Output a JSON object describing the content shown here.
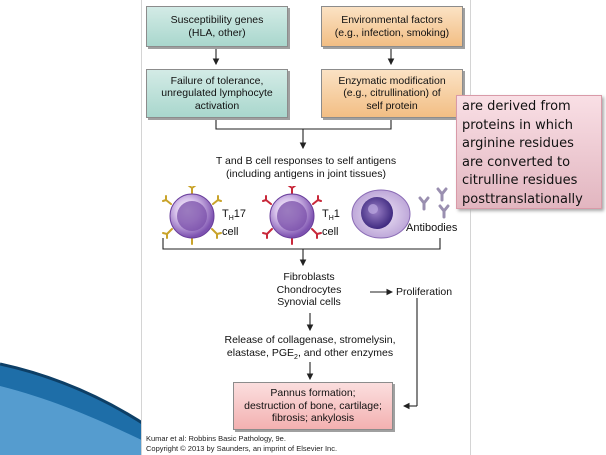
{
  "diagram": {
    "boxes": {
      "susceptibility": "Susceptibility genes\n(HLA, other)",
      "environmental": "Environmental factors\n(e.g., infection, smoking)",
      "failure": "Failure of tolerance,\nunregulated lymphocyte\nactivation",
      "enzymatic": "Enzymatic modification\n(e.g., citrullination) of\nself protein",
      "pannus": "Pannus formation;\ndestruction of bone, cartilage;\nfibrosis; ankylosis"
    },
    "tb_response": "T and B cell responses to self antigens\n(including antigens in joint tissues)",
    "cells": {
      "th17_main": "T",
      "th17_sub": "H",
      "th17_num": "17",
      "th17_word": "cell",
      "th1_main": "T",
      "th1_sub": "H",
      "th1_num": "1",
      "th1_word": "cell",
      "antibodies": "Antibodies"
    },
    "stromal": "Fibroblasts\nChondrocytes\nSynovial cells",
    "proliferation": "Proliferation",
    "release_line1": "Release of collagenase, stromelysin,",
    "release_line2_a": "elastase, PGE",
    "release_line2_sub": "2",
    "release_line2_b": ", and other enzymes",
    "credit_line1": "Kumar et al: Robbins Basic Pathology, 9e.",
    "credit_line2": "Copyright © 2013  by Saunders, an imprint of Elsevier Inc."
  },
  "callout": {
    "text": "are derived from\nproteins in which\narginine residues\nare converted to\ncitrulline residues\nposttranslationally"
  },
  "colors": {
    "teal_box": "#a9d7cd",
    "orange_box": "#f2be84",
    "pink_box": "#f3b1b1",
    "callout_bg": "#e9c3cb",
    "slide_accent": "#1e6ea8"
  }
}
